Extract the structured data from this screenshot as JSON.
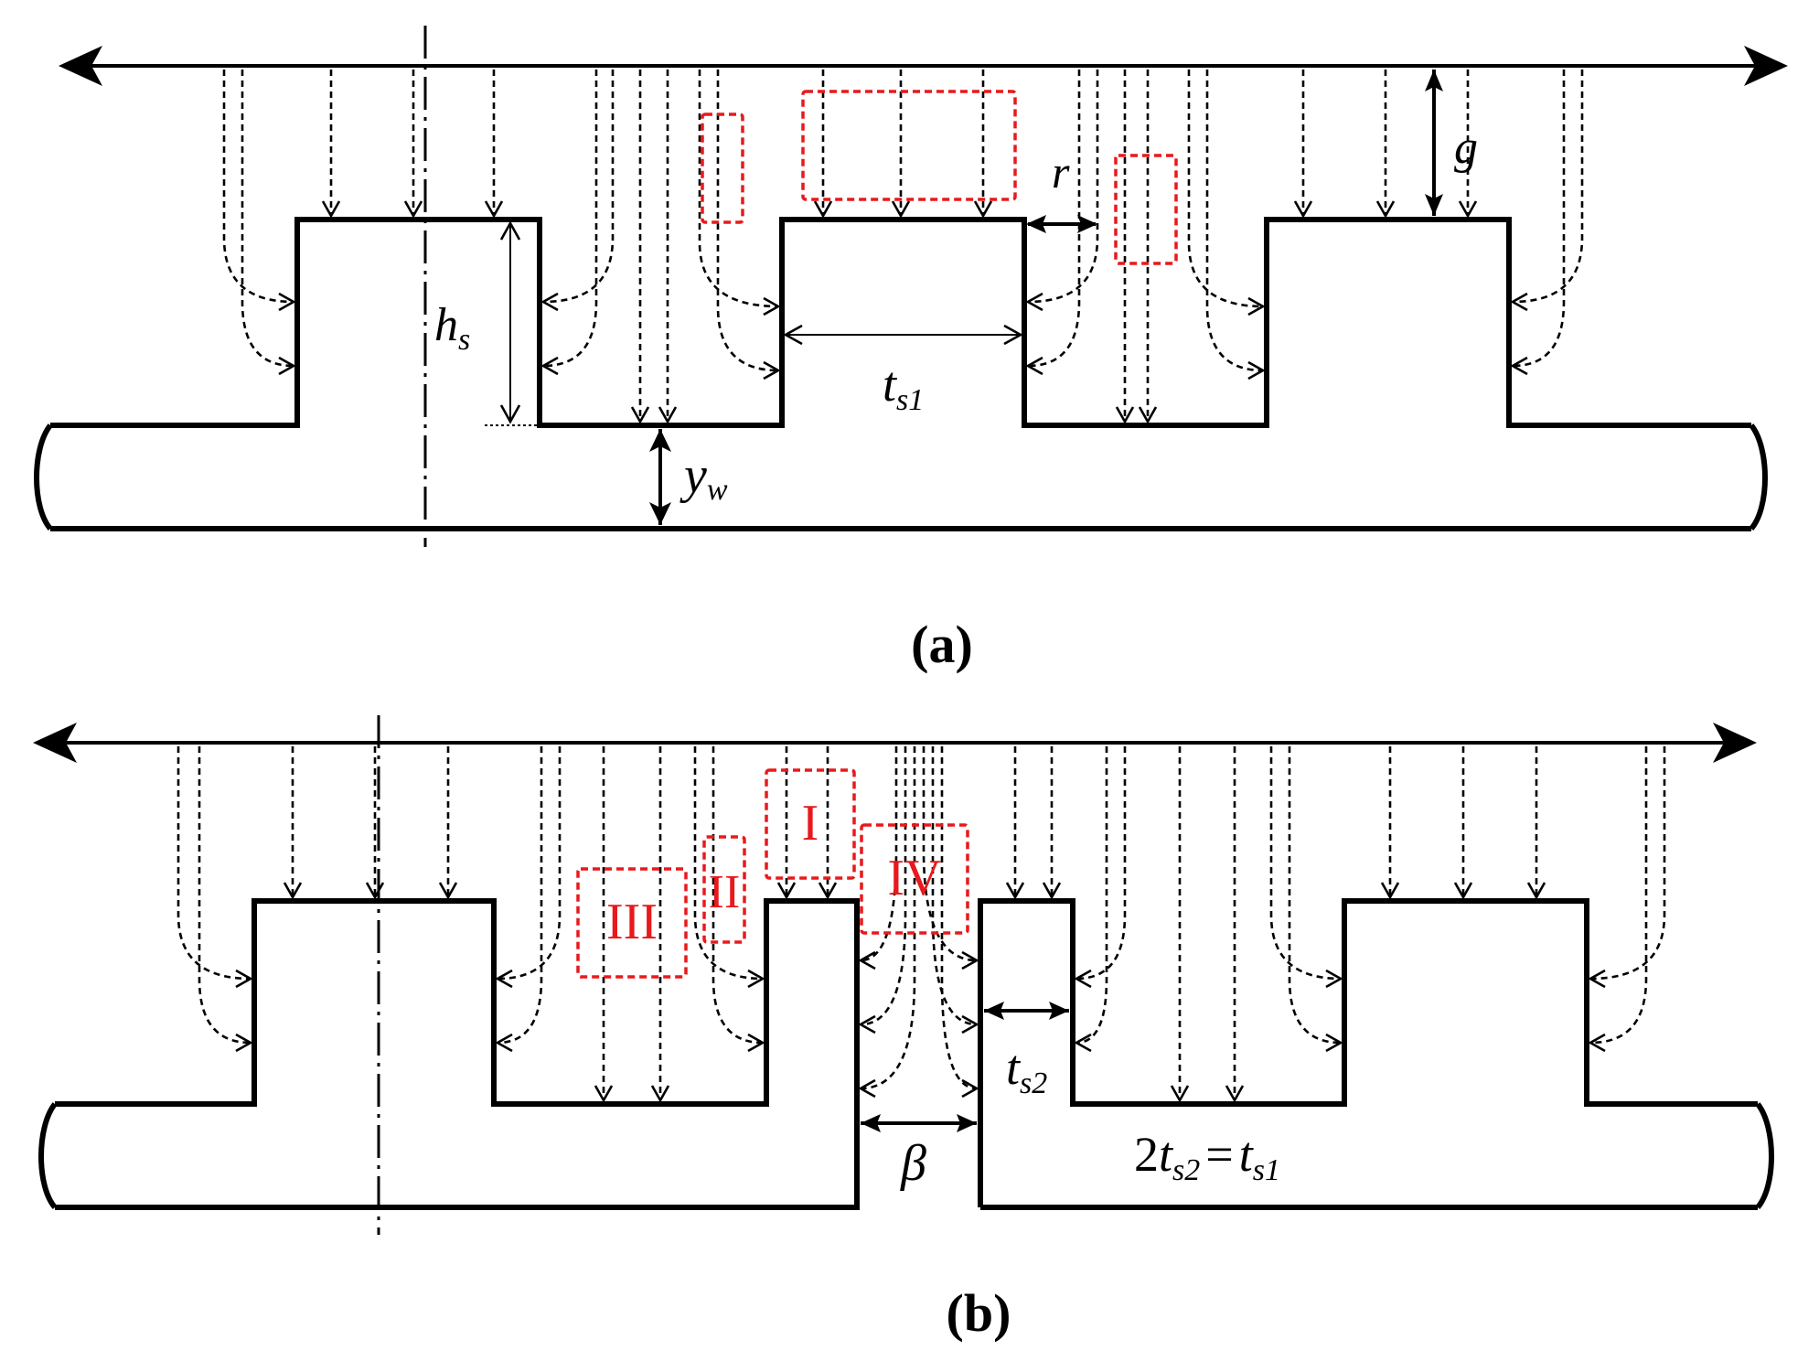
{
  "labels": {
    "g": "g",
    "r": "r",
    "h": "h",
    "s": "s",
    "t": "t",
    "s1": "s1",
    "s2": "s2",
    "y": "y",
    "w": "w",
    "beta": "β",
    "eq_prefix": "2",
    "eq_sign": "=",
    "caption_a": "(a)",
    "caption_b": "(b)"
  },
  "regions": {
    "I": "I",
    "II": "II",
    "III": "III",
    "IV": "IV"
  },
  "colors": {
    "outline": "#000000",
    "region_box": "#e8191c",
    "region_text": "#e8191c"
  }
}
